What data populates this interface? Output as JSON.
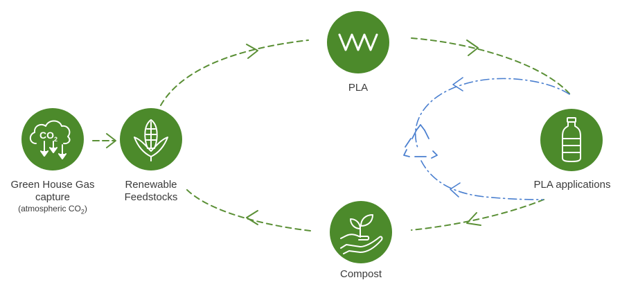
{
  "colors": {
    "node_fill": "#4c8a2b",
    "arrow_green": "#5a8f35",
    "arrow_blue": "#4a7fcf",
    "label_text": "#3a3a3a"
  },
  "nodes": {
    "ghg": {
      "line1": "Green House Gas",
      "line2": "capture",
      "sub_prefix": "(atmospheric CO",
      "sub_subscript": "2",
      "sub_suffix": ")",
      "icon_text": "CO",
      "icon_subscript": "2",
      "icon": "cloud-co2-icon"
    },
    "feedstock": {
      "line1": "Renewable",
      "line2": "Feedstocks",
      "icon": "corn-icon"
    },
    "pla": {
      "label": "PLA",
      "icon": "zigzag-icon"
    },
    "applications": {
      "label": "PLA applications",
      "icon": "bottle-icon"
    },
    "compost": {
      "label": "Compost",
      "icon": "hand-sprout-icon"
    }
  },
  "recycle_icon": "recycle-icon"
}
